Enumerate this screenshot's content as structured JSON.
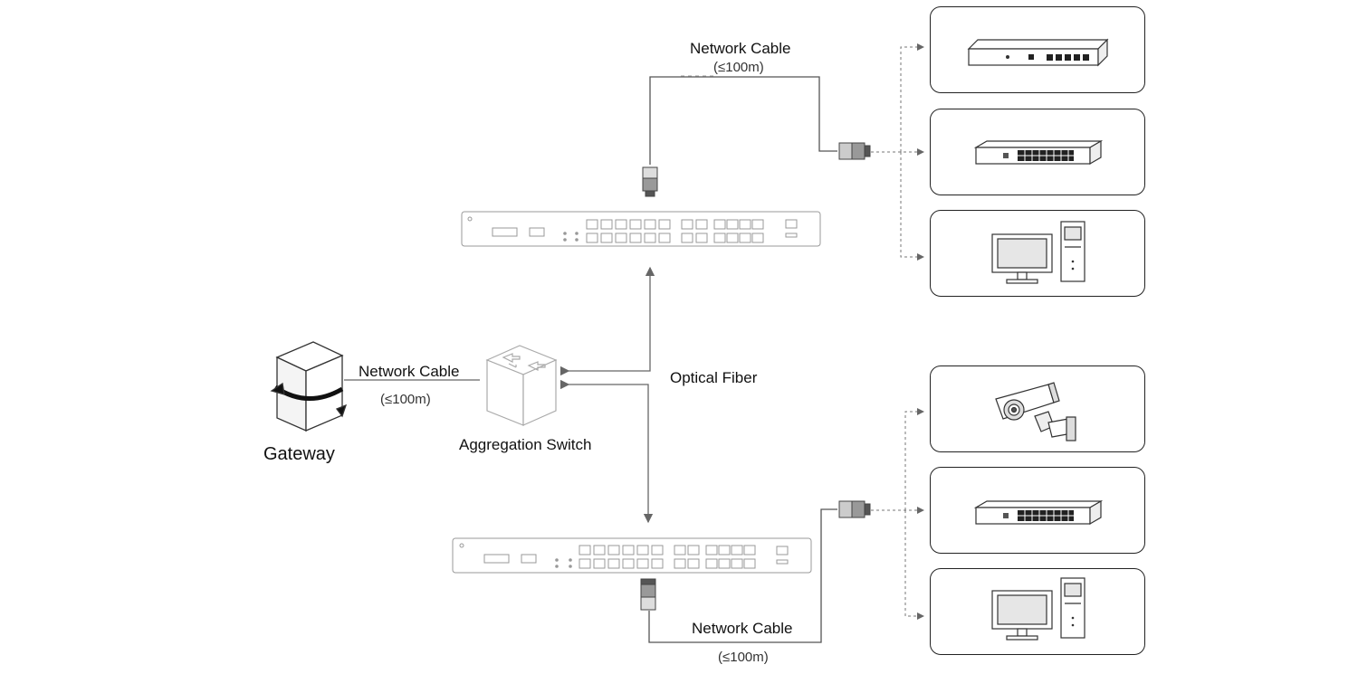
{
  "labels": {
    "top_cable": "Network Cable",
    "top_cable_len": "(≤100m)",
    "gateway_cable": "Network Cable",
    "gateway_cable_len": "(≤100m)",
    "optical_fiber": "Optical Fiber",
    "bottom_cable": "Network Cable",
    "bottom_cable_len": "(≤100m)",
    "gateway": "Gateway",
    "aggregation_switch": "Aggregation Switch"
  },
  "top_devices": [
    "router",
    "switch",
    "computer"
  ],
  "bottom_devices": [
    "camera",
    "switch",
    "computer"
  ],
  "colors": {
    "line": "#666666",
    "outline": "#333333",
    "box_border": "#222222"
  }
}
